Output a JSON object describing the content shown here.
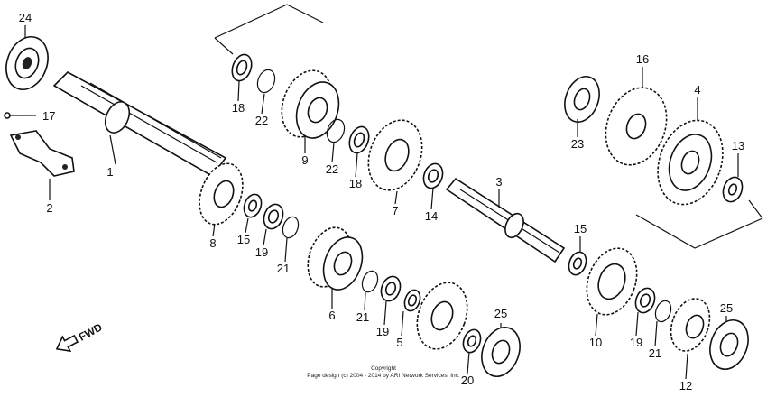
{
  "diagram": {
    "callouts": [
      "24",
      "17",
      "1",
      "2",
      "18",
      "22",
      "9",
      "22",
      "18",
      "7",
      "14",
      "3",
      "8",
      "15",
      "19",
      "21",
      "6",
      "21",
      "19",
      "5",
      "20",
      "25",
      "16",
      "4",
      "23",
      "13",
      "15",
      "10",
      "19",
      "21",
      "12",
      "25"
    ],
    "direction_label": "FWD",
    "copyright_line1": "Copyright",
    "copyright_line2": "Page design (c) 2004 - 2014 by ARI Network Services, Inc."
  }
}
